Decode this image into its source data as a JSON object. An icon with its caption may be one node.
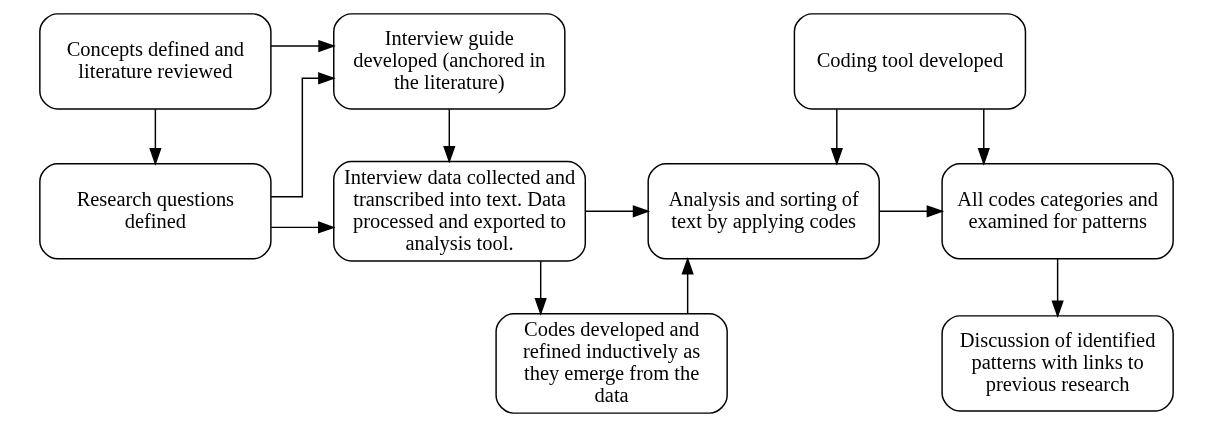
{
  "diagram": {
    "nodes": [
      {
        "text": [
          "Concepts defined and literature reviewed"
        ]
      },
      {
        "text": [
          "Interview guide developed (anchored in the literature)"
        ]
      },
      {
        "text": [
          "Coding tool developed"
        ]
      },
      {
        "text": [
          "Research questions defined"
        ]
      },
      {
        "text": [
          "Interview data collected and transcribed into text. Data processed and exported to analysis tool."
        ]
      },
      {
        "text": [
          "Analysis and sorting of text by applying codes"
        ]
      },
      {
        "text": [
          "All codes categories and examined for patterns"
        ]
      },
      {
        "text": [
          "Codes developed and refined inductively as they emerge from the data"
        ]
      },
      {
        "text": [
          "Discussion of identified patterns with links to previous research"
        ]
      }
    ],
    "edges": [
      {
        "from": 0,
        "to": 1,
        "arrow": "to"
      },
      {
        "from": 0,
        "to": 3,
        "arrow": "to"
      },
      {
        "from": 3,
        "to": 1,
        "arrow": "to"
      },
      {
        "from": 3,
        "to": 4,
        "arrow": "to"
      },
      {
        "from": 1,
        "to": 4,
        "arrow": "to"
      },
      {
        "from": 4,
        "to": 5,
        "arrow": "to"
      },
      {
        "from": 4,
        "to": 7,
        "arrow": "to"
      },
      {
        "from": 7,
        "to": 5,
        "arrow": "to"
      },
      {
        "from": 2,
        "to": 5,
        "arrow": "to"
      },
      {
        "from": 2,
        "to": 6,
        "arrow": "to"
      },
      {
        "from": 5,
        "to": 6,
        "arrow": "to"
      },
      {
        "from": 6,
        "to": 8,
        "arrow": "to"
      }
    ]
  }
}
